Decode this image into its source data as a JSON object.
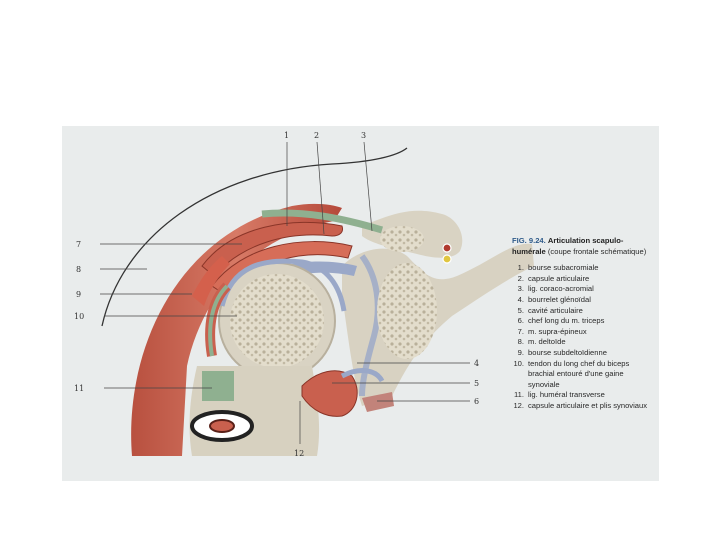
{
  "caption": {
    "fig_label": "FIG. 9.24.",
    "title": "Articulation scapulo-humérale",
    "subtitle": "(coupe frontale schématique)"
  },
  "callouts_top": [
    "1",
    "2",
    "3"
  ],
  "callouts_left": [
    "7",
    "8",
    "9",
    "10",
    "11"
  ],
  "callouts_right": [
    "4",
    "5",
    "6"
  ],
  "callouts_bottom": [
    "12"
  ],
  "legend": [
    {
      "n": "1.",
      "t": "bourse subacromiale"
    },
    {
      "n": "2.",
      "t": "capsule articulaire"
    },
    {
      "n": "3.",
      "t": "lig. coraco-acromial"
    },
    {
      "n": "4.",
      "t": "bourrelet glénoïdal"
    },
    {
      "n": "5.",
      "t": "cavité articulaire"
    },
    {
      "n": "6.",
      "t": "chef long du m. triceps"
    },
    {
      "n": "7.",
      "t": "m. supra-épineux"
    },
    {
      "n": "8.",
      "t": "m. deltoïde"
    },
    {
      "n": "9.",
      "t": "bourse subdeltoïdienne"
    },
    {
      "n": "10.",
      "t": "tendon du long chef du biceps brachial entouré d'une gaine synoviale"
    },
    {
      "n": "11.",
      "t": "lig. huméral transverse"
    },
    {
      "n": "12.",
      "t": "capsule articulaire et plis synoviaux"
    }
  ],
  "colors": {
    "background": "#e9ecec",
    "muscle": "#c9604e",
    "bone": "#ddd8c9",
    "capsule": "#9aa8c8",
    "tendon": "#8fb090",
    "caption_accent": "#2f5b8a"
  }
}
